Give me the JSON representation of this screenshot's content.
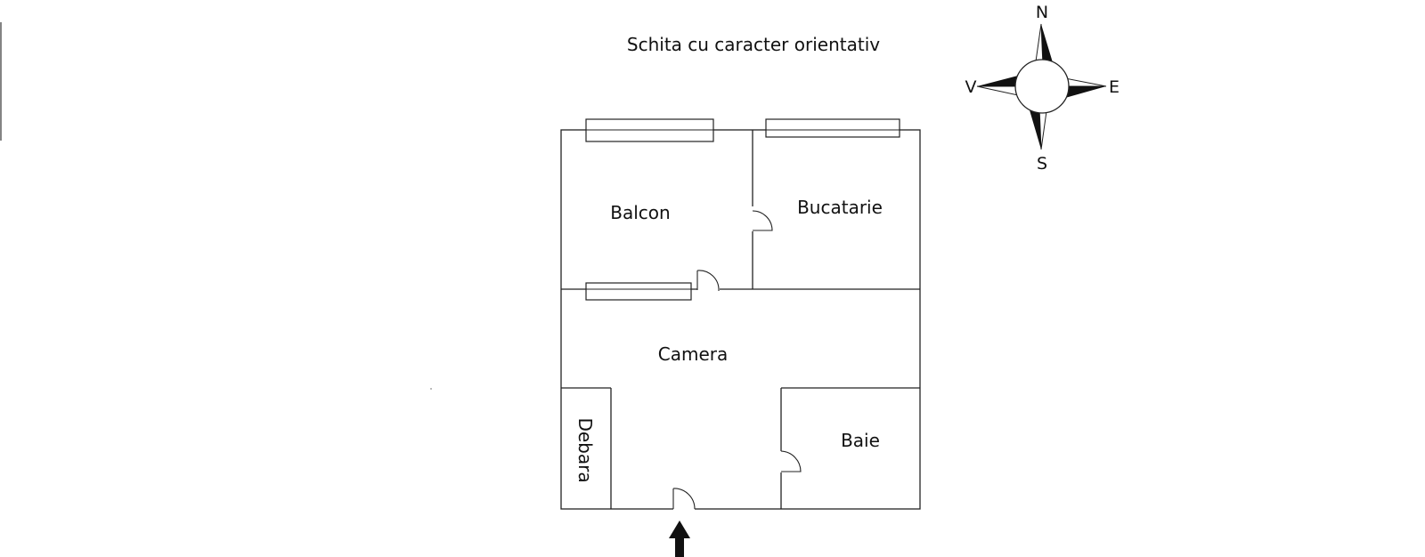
{
  "title": "Schita cu caracter orientativ",
  "rooms": {
    "balcon": "Balcon",
    "bucatarie": "Bucatarie",
    "camera": "Camera",
    "debara": "Debara",
    "baie": "Baie"
  },
  "compass": {
    "north": "N",
    "south": "S",
    "east": "E",
    "west": "V"
  },
  "colors": {
    "line": "#222222",
    "background": "#ffffff",
    "text": "#111111"
  },
  "icons": {
    "compass": "compass-rose-icon",
    "entrance": "entrance-arrow-icon"
  }
}
